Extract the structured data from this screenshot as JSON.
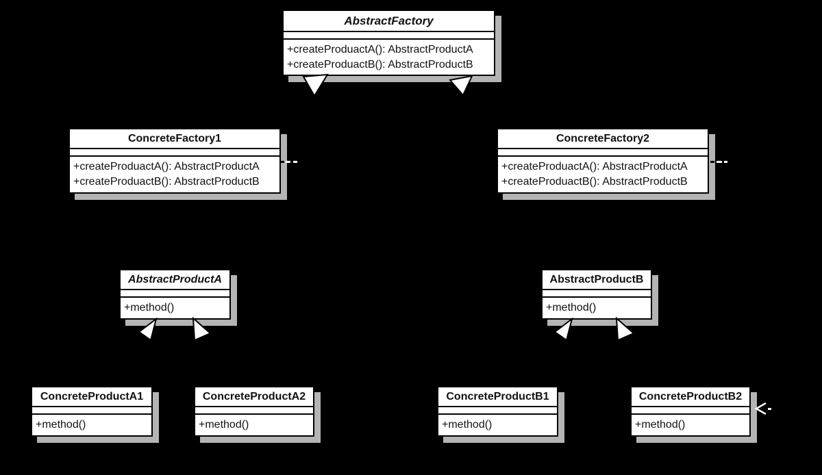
{
  "diagram": {
    "kind": "uml-class-diagram",
    "pattern": "Abstract Factory",
    "background_color": "#000000",
    "box_fill": "#ffffff",
    "box_border": "#000000",
    "shadow_color": "#b4b4b4",
    "text_color": "#111111"
  },
  "classes": [
    {
      "name": "AbstractFactory",
      "abstract": true,
      "methods": [
        "+createProduactA(): AbstractProductA",
        "+createProduactB(): AbstractProductB"
      ]
    },
    {
      "name": "ConcreteFactory1",
      "abstract": false,
      "methods": [
        "+createProduactA(): AbstractProductA",
        "+createProduactB(): AbstractProductB"
      ]
    },
    {
      "name": "ConcreteFactory2",
      "abstract": false,
      "methods": [
        "+createProduactA(): AbstractProductA",
        "+createProduactB(): AbstractProductB"
      ]
    },
    {
      "name": "AbstractProductA",
      "abstract": true,
      "methods": [
        "+method()"
      ]
    },
    {
      "name": "AbstractProductB",
      "abstract": false,
      "methods": [
        "+method()"
      ]
    },
    {
      "name": "ConcreteProductA1",
      "abstract": false,
      "methods": [
        "+method()"
      ]
    },
    {
      "name": "ConcreteProductA2",
      "abstract": false,
      "methods": [
        "+method()"
      ]
    },
    {
      "name": "ConcreteProductB1",
      "abstract": false,
      "methods": [
        "+method()"
      ]
    },
    {
      "name": "ConcreteProductB2",
      "abstract": false,
      "methods": [
        "+method()"
      ]
    }
  ]
}
